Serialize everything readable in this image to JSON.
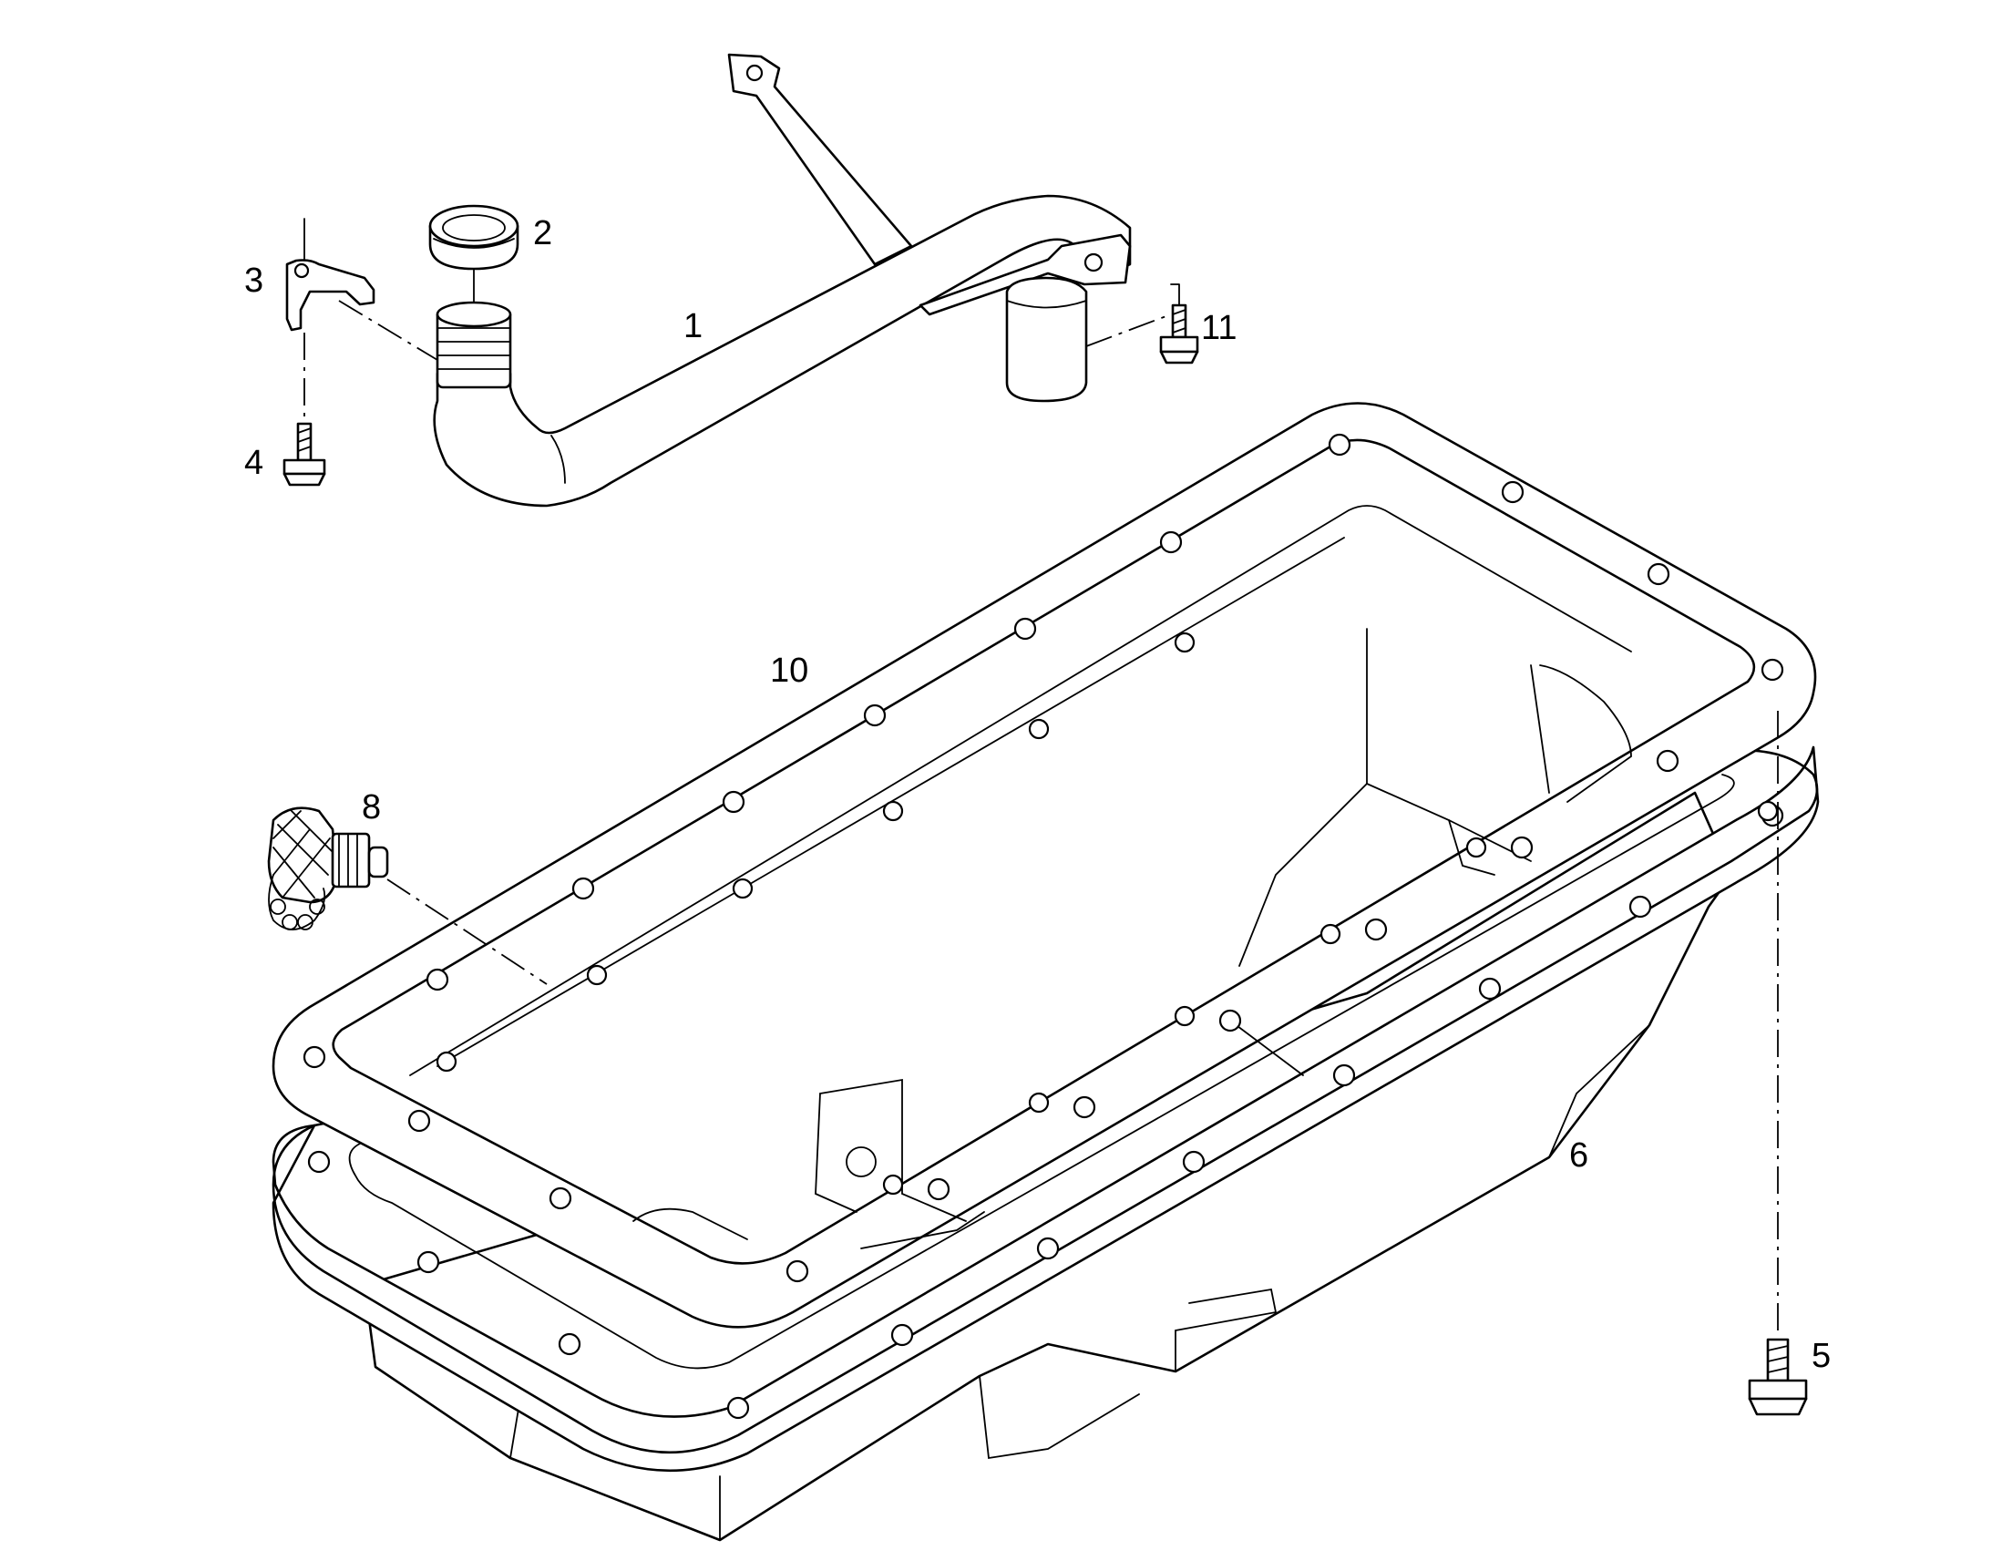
{
  "diagram": {
    "type": "exploded-parts-view",
    "callouts": [
      {
        "id": "1",
        "label": "1"
      },
      {
        "id": "2",
        "label": "2"
      },
      {
        "id": "3",
        "label": "3"
      },
      {
        "id": "4",
        "label": "4"
      },
      {
        "id": "5",
        "label": "5"
      },
      {
        "id": "6",
        "label": "6"
      },
      {
        "id": "8",
        "label": "8"
      },
      {
        "id": "10",
        "label": "10"
      },
      {
        "id": "11",
        "label": "11"
      }
    ]
  }
}
